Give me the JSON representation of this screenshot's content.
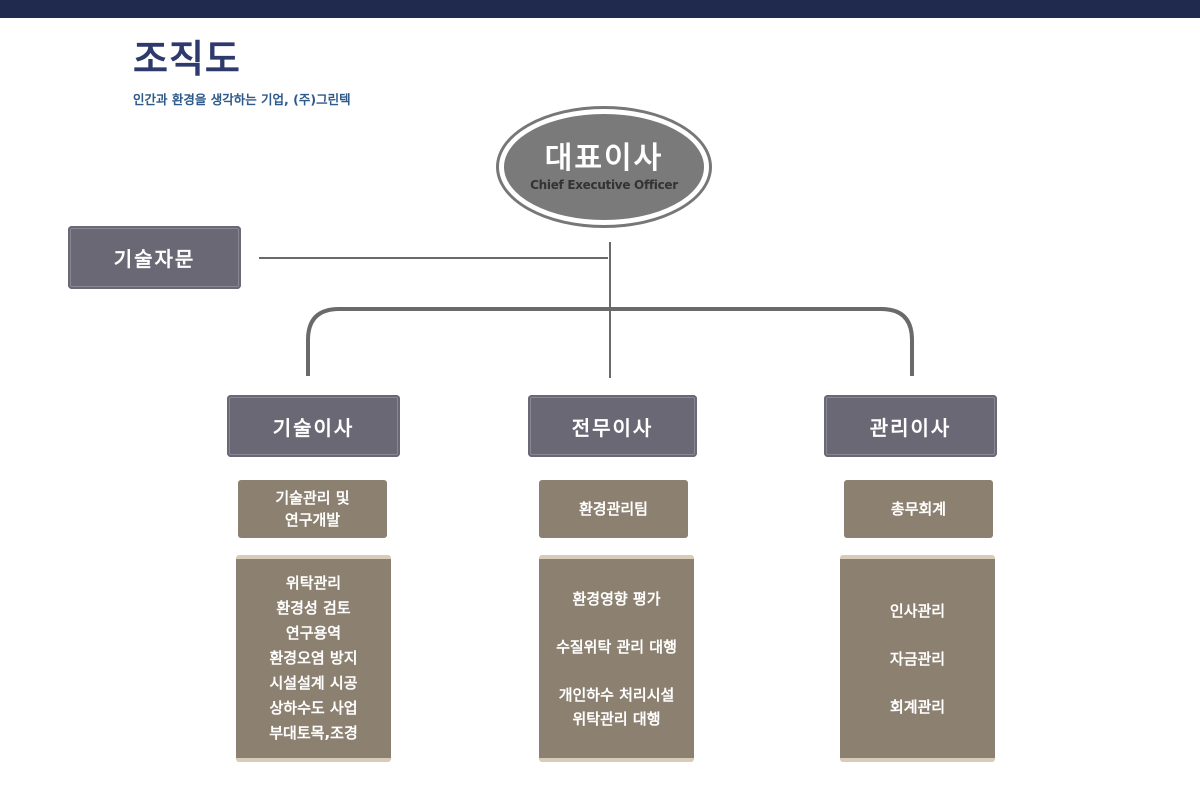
{
  "header": {
    "title": "조직도",
    "subtitle": "인간과  환경을 생각하는 기업, (주)그린텍"
  },
  "colors": {
    "top_bar": "#1f2a4e",
    "director_box": "#6b6876",
    "team_box": "#8c8070",
    "ceo_ellipse": "#7a7a7a"
  },
  "org": {
    "ceo": {
      "title": "대표이사",
      "subtitle": "Chief Executive Officer"
    },
    "advisor": {
      "label": "기술자문"
    },
    "directors": [
      {
        "label": "기술이사",
        "team": "기술관리 및\n연구개발",
        "duties": [
          "위탁관리",
          "환경성 검토",
          "연구용역",
          "환경오염 방지",
          "시설설계 시공",
          "상하수도 사업",
          "부대토목,조경"
        ]
      },
      {
        "label": "전무이사",
        "team": "환경관리팀",
        "duties": [
          "환경영향 평가",
          "수질위탁 관리 대행",
          "개인하수 처리시설\n위탁관리 대행"
        ]
      },
      {
        "label": "관리이사",
        "team": "총무회계",
        "duties": [
          "인사관리",
          "자금관리",
          "회계관리"
        ]
      }
    ]
  }
}
